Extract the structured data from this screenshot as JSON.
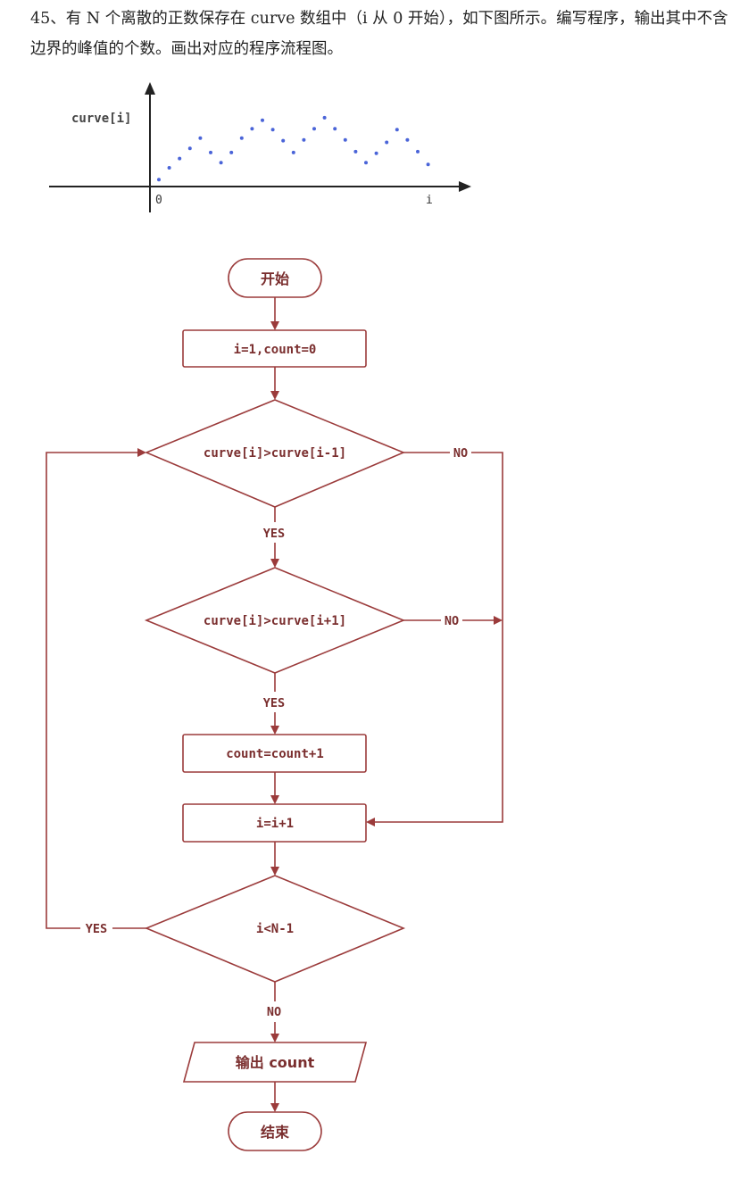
{
  "question": {
    "text": "45、有 N 个离散的正数保存在 curve 数组中（i 从 0 开始），如下图所示。编写程序，输出其中不含边界的峰值的个数。画出对应的程序流程图。"
  },
  "chart_data": {
    "type": "scatter",
    "ylabel": "curve[i]",
    "xlabel": "i",
    "origin_label": "0",
    "point_color": "#4a64d8",
    "values": [
      0.6,
      2.0,
      3.1,
      4.3,
      5.5,
      3.8,
      2.6,
      3.8,
      5.5,
      6.6,
      7.6,
      6.5,
      5.2,
      3.8,
      5.3,
      6.6,
      7.9,
      6.6,
      5.3,
      3.9,
      2.6,
      3.7,
      5.0,
      6.5,
      5.3,
      3.9,
      2.4
    ]
  },
  "flowchart": {
    "colors": {
      "stroke": "#9b3b3b",
      "text": "#7a2e2e"
    },
    "start": "开始",
    "init": "i=1,count=0",
    "cond1": "curve[i]>curve[i-1]",
    "cond2": "curve[i]>curve[i+1]",
    "increment_count": "count=count+1",
    "increment_i": "i=i+1",
    "cond3": "i<N-1",
    "output": "输出 count",
    "end": "结束",
    "labels": {
      "cond1_yes": "YES",
      "cond1_no": "NO",
      "cond2_yes": "YES",
      "cond2_no": "NO",
      "cond3_yes": "YES",
      "cond3_no": "NO"
    }
  }
}
